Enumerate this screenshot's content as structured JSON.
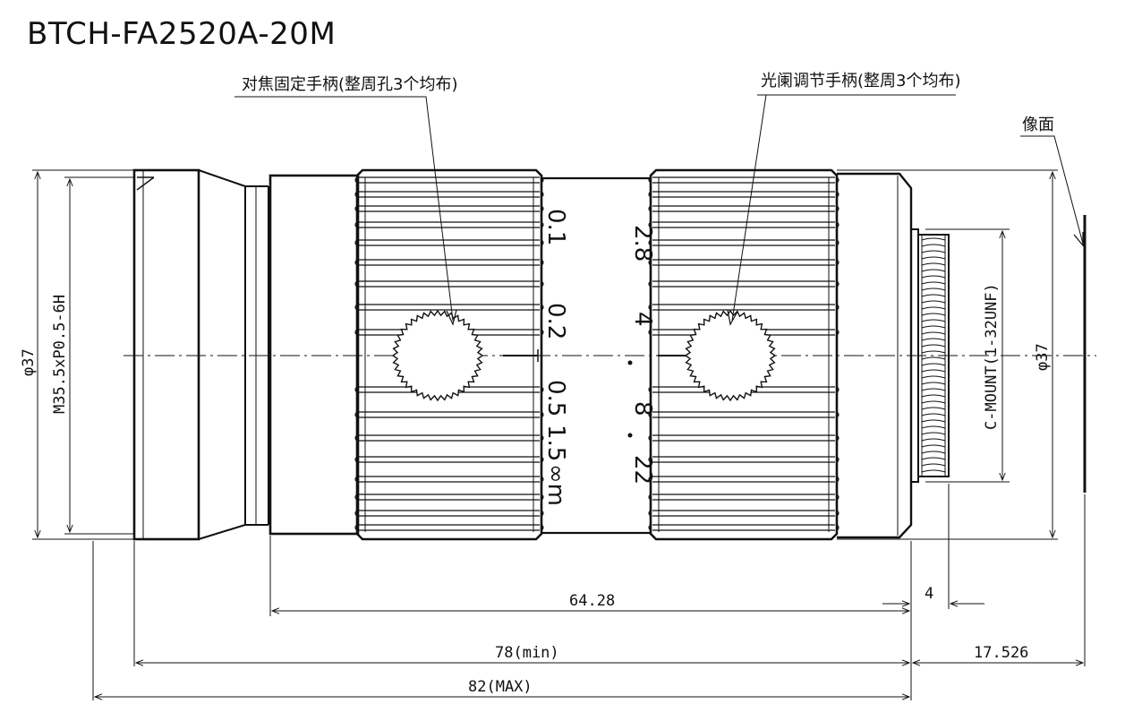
{
  "title": "BTCH-FA2520A-20M",
  "callouts": {
    "focus_handle": "对焦固定手柄(整周孔3个均布)",
    "iris_handle": "光阑调节手柄(整周3个均布)",
    "image_plane": "像面"
  },
  "dims": {
    "phi37_left": "φ37",
    "m_thread": "M35.5xP0.5-6H",
    "phi37_right": "φ37",
    "c_mount": "C-MOUNT(1-32UNF)",
    "d_64_28": "64.28",
    "d_4": "4",
    "d_78": "78(min)",
    "d_17_526": "17.526",
    "d_82": "82(MAX)"
  },
  "focus_scale": [
    "0.1",
    "0.2",
    "0.5",
    "1.5",
    "∞m"
  ],
  "aperture_scale": [
    "2.8",
    "4",
    "8",
    "22"
  ],
  "colors": {
    "line": "#111111",
    "background": "#ffffff"
  }
}
